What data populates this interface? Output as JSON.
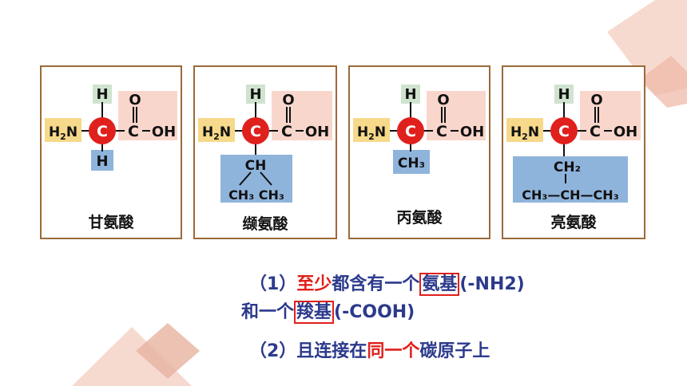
{
  "molecule": {
    "h": "H",
    "o": "O",
    "c": "C",
    "oh": "OH",
    "n": "N",
    "sub2": "2"
  },
  "panels": [
    {
      "name": "甘氨酸",
      "r_group": [
        "H"
      ]
    },
    {
      "name": "缬氨酸",
      "r_group": [
        "CH",
        "CH₃   CH₃"
      ]
    },
    {
      "name": "丙氨酸",
      "r_group": [
        "CH₃"
      ]
    },
    {
      "name": "亮氨酸",
      "r_group": [
        "CH₂",
        "CH₃—CH—CH₃"
      ]
    }
  ],
  "statement1": {
    "prefix": "（1）",
    "emph1": "至少",
    "mid1": "都含有一个",
    "boxed1": "氨基",
    "suffix1": "(-NH2)",
    "line2_prefix": "和一个",
    "boxed2": "羧基",
    "suffix2": "(-COOH)"
  },
  "statement2": {
    "prefix": "（2）且连接在",
    "emph": "同一个",
    "suffix": "碳原子上"
  },
  "colors": {
    "panel_border": "#9b6a3a",
    "amino_box": "#f6d98a",
    "h_box": "#cfe3cf",
    "carboxyl_box": "#f9d6cc",
    "r_box": "#8fb4dc",
    "carbon": "#e0201c",
    "text_blue": "#2c3a8c",
    "emphasis_red": "#e0201c",
    "deco": "#f3c4b4"
  }
}
